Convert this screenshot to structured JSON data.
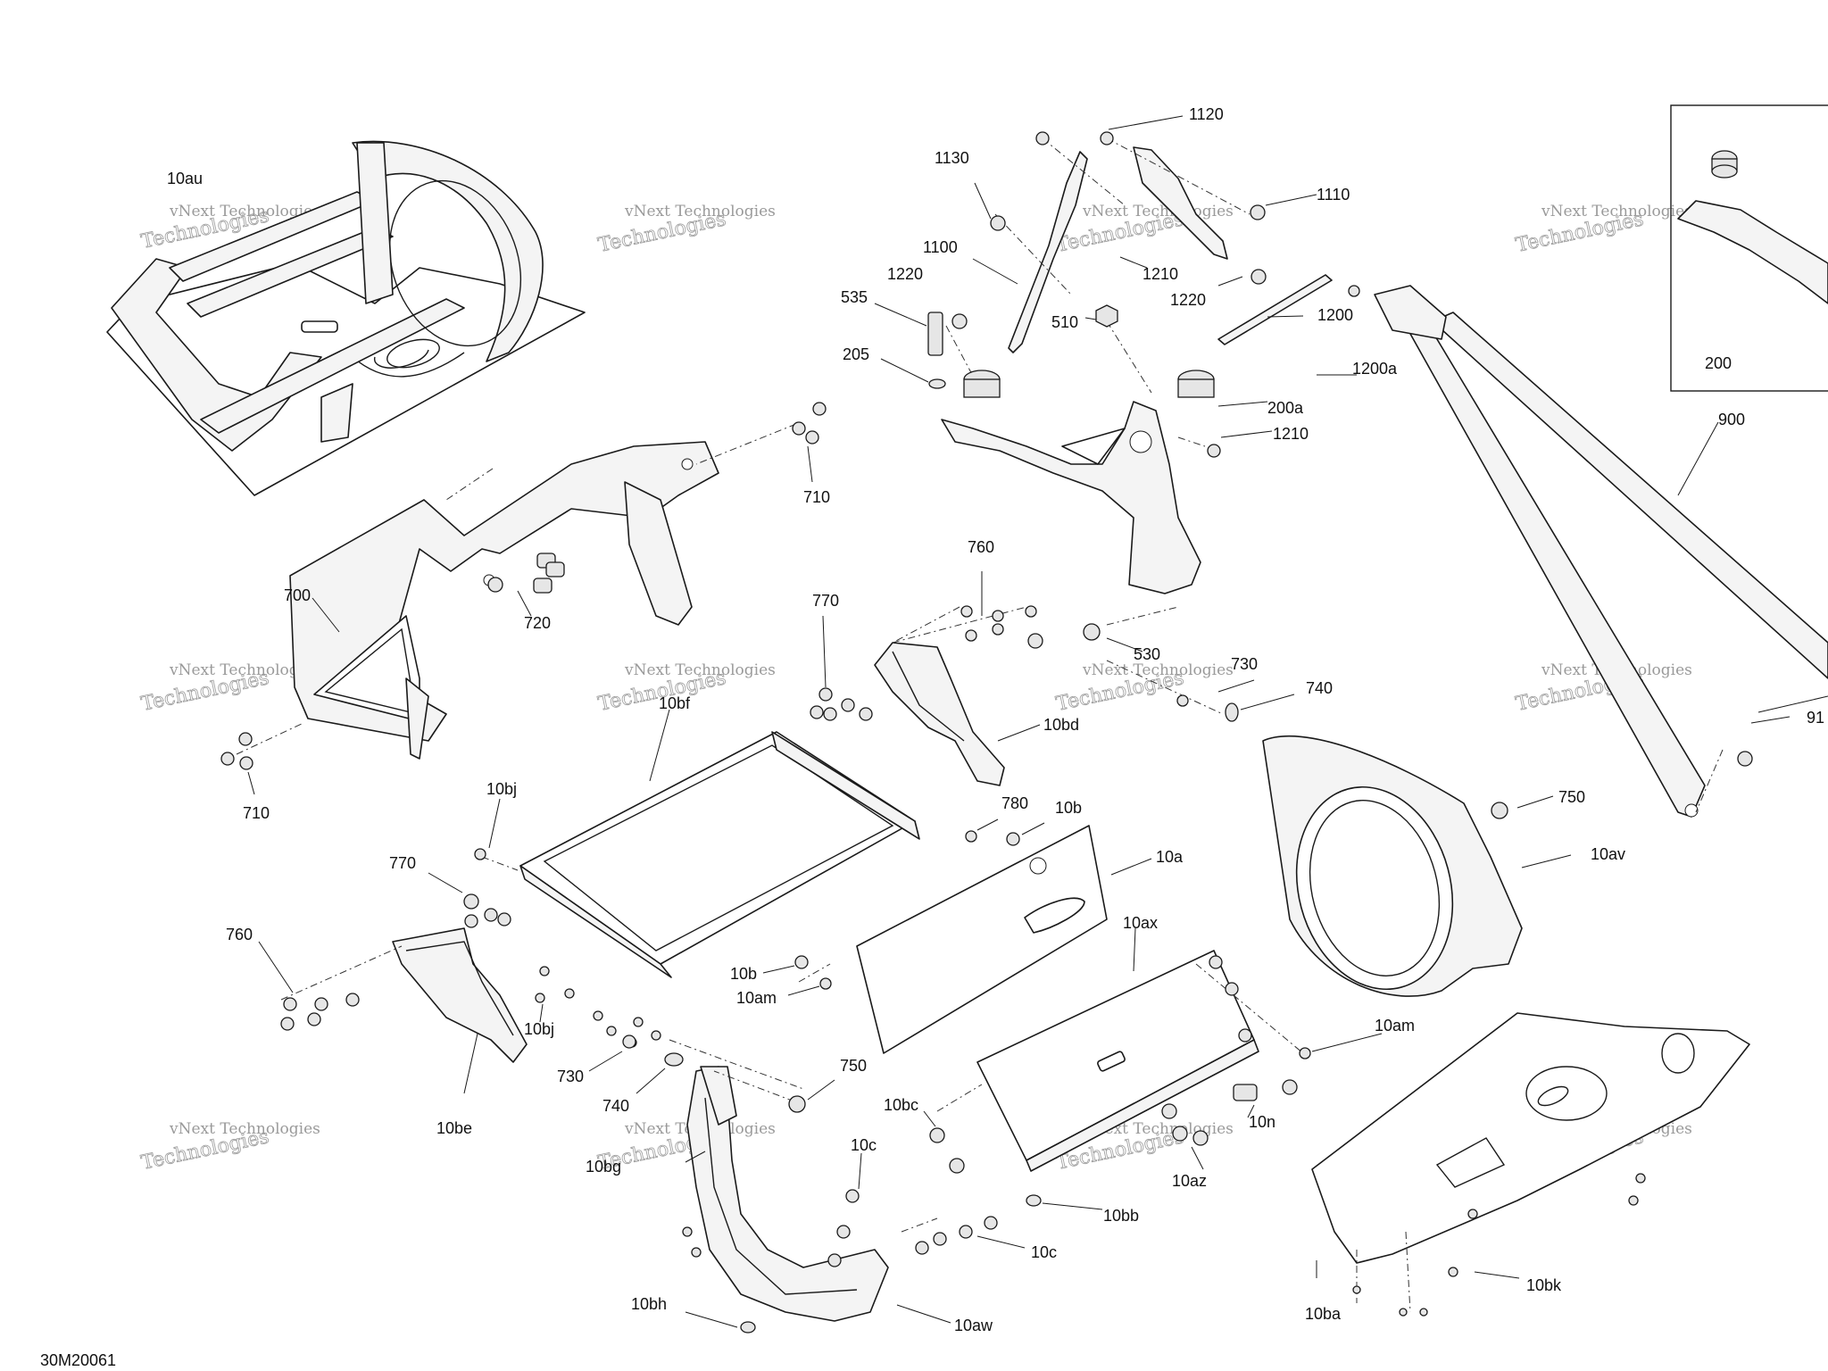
{
  "diagram_id": "30M20061",
  "watermark": {
    "line1": "vNext Technologies",
    "line2": "Technologies"
  },
  "callouts": [
    {
      "id": "c-10au",
      "text": "10au"
    },
    {
      "id": "c-1120",
      "text": "1120"
    },
    {
      "id": "c-1130",
      "text": "1130"
    },
    {
      "id": "c-1110",
      "text": "1110"
    },
    {
      "id": "c-1100",
      "text": "1100"
    },
    {
      "id": "c-1210a",
      "text": "1210"
    },
    {
      "id": "c-1220a",
      "text": "1220"
    },
    {
      "id": "c-1220b",
      "text": "1220"
    },
    {
      "id": "c-535",
      "text": "535"
    },
    {
      "id": "c-510",
      "text": "510"
    },
    {
      "id": "c-1200",
      "text": "1200"
    },
    {
      "id": "c-1200a",
      "text": "1200a"
    },
    {
      "id": "c-205",
      "text": "205"
    },
    {
      "id": "c-200a",
      "text": "200a"
    },
    {
      "id": "c-1210b",
      "text": "1210"
    },
    {
      "id": "c-200",
      "text": "200"
    },
    {
      "id": "c-900",
      "text": "900"
    },
    {
      "id": "c-710a",
      "text": "710"
    },
    {
      "id": "c-720",
      "text": "720"
    },
    {
      "id": "c-700",
      "text": "700"
    },
    {
      "id": "c-760a",
      "text": "760"
    },
    {
      "id": "c-770a",
      "text": "770"
    },
    {
      "id": "c-530",
      "text": "530"
    },
    {
      "id": "c-730a",
      "text": "730"
    },
    {
      "id": "c-740a",
      "text": "740"
    },
    {
      "id": "c-10bf",
      "text": "10bf"
    },
    {
      "id": "c-10bd",
      "text": "10bd"
    },
    {
      "id": "c-91",
      "text": "91"
    },
    {
      "id": "c-710b",
      "text": "710"
    },
    {
      "id": "c-10bj-top",
      "text": "10bj"
    },
    {
      "id": "c-780",
      "text": "780"
    },
    {
      "id": "c-10b-top",
      "text": "10b"
    },
    {
      "id": "c-750a",
      "text": "750"
    },
    {
      "id": "c-10a",
      "text": "10a"
    },
    {
      "id": "c-10av",
      "text": "10av"
    },
    {
      "id": "c-770b",
      "text": "770"
    },
    {
      "id": "c-760b",
      "text": "760"
    },
    {
      "id": "c-10ax",
      "text": "10ax"
    },
    {
      "id": "c-10b-mid",
      "text": "10b"
    },
    {
      "id": "c-10am-mid",
      "text": "10am"
    },
    {
      "id": "c-10bj-bot",
      "text": "10bj"
    },
    {
      "id": "c-10am-right",
      "text": "10am"
    },
    {
      "id": "c-730b",
      "text": "730"
    },
    {
      "id": "c-740b",
      "text": "740"
    },
    {
      "id": "c-750b",
      "text": "750"
    },
    {
      "id": "c-10bc",
      "text": "10bc"
    },
    {
      "id": "c-10be",
      "text": "10be"
    },
    {
      "id": "c-10n",
      "text": "10n"
    },
    {
      "id": "c-10bg",
      "text": "10bg"
    },
    {
      "id": "c-10c-top",
      "text": "10c"
    },
    {
      "id": "c-10az",
      "text": "10az"
    },
    {
      "id": "c-10bb",
      "text": "10bb"
    },
    {
      "id": "c-10c-bot",
      "text": "10c"
    },
    {
      "id": "c-10bh",
      "text": "10bh"
    },
    {
      "id": "c-10aw",
      "text": "10aw"
    },
    {
      "id": "c-10ba",
      "text": "10ba"
    },
    {
      "id": "c-10bk",
      "text": "10bk"
    }
  ]
}
